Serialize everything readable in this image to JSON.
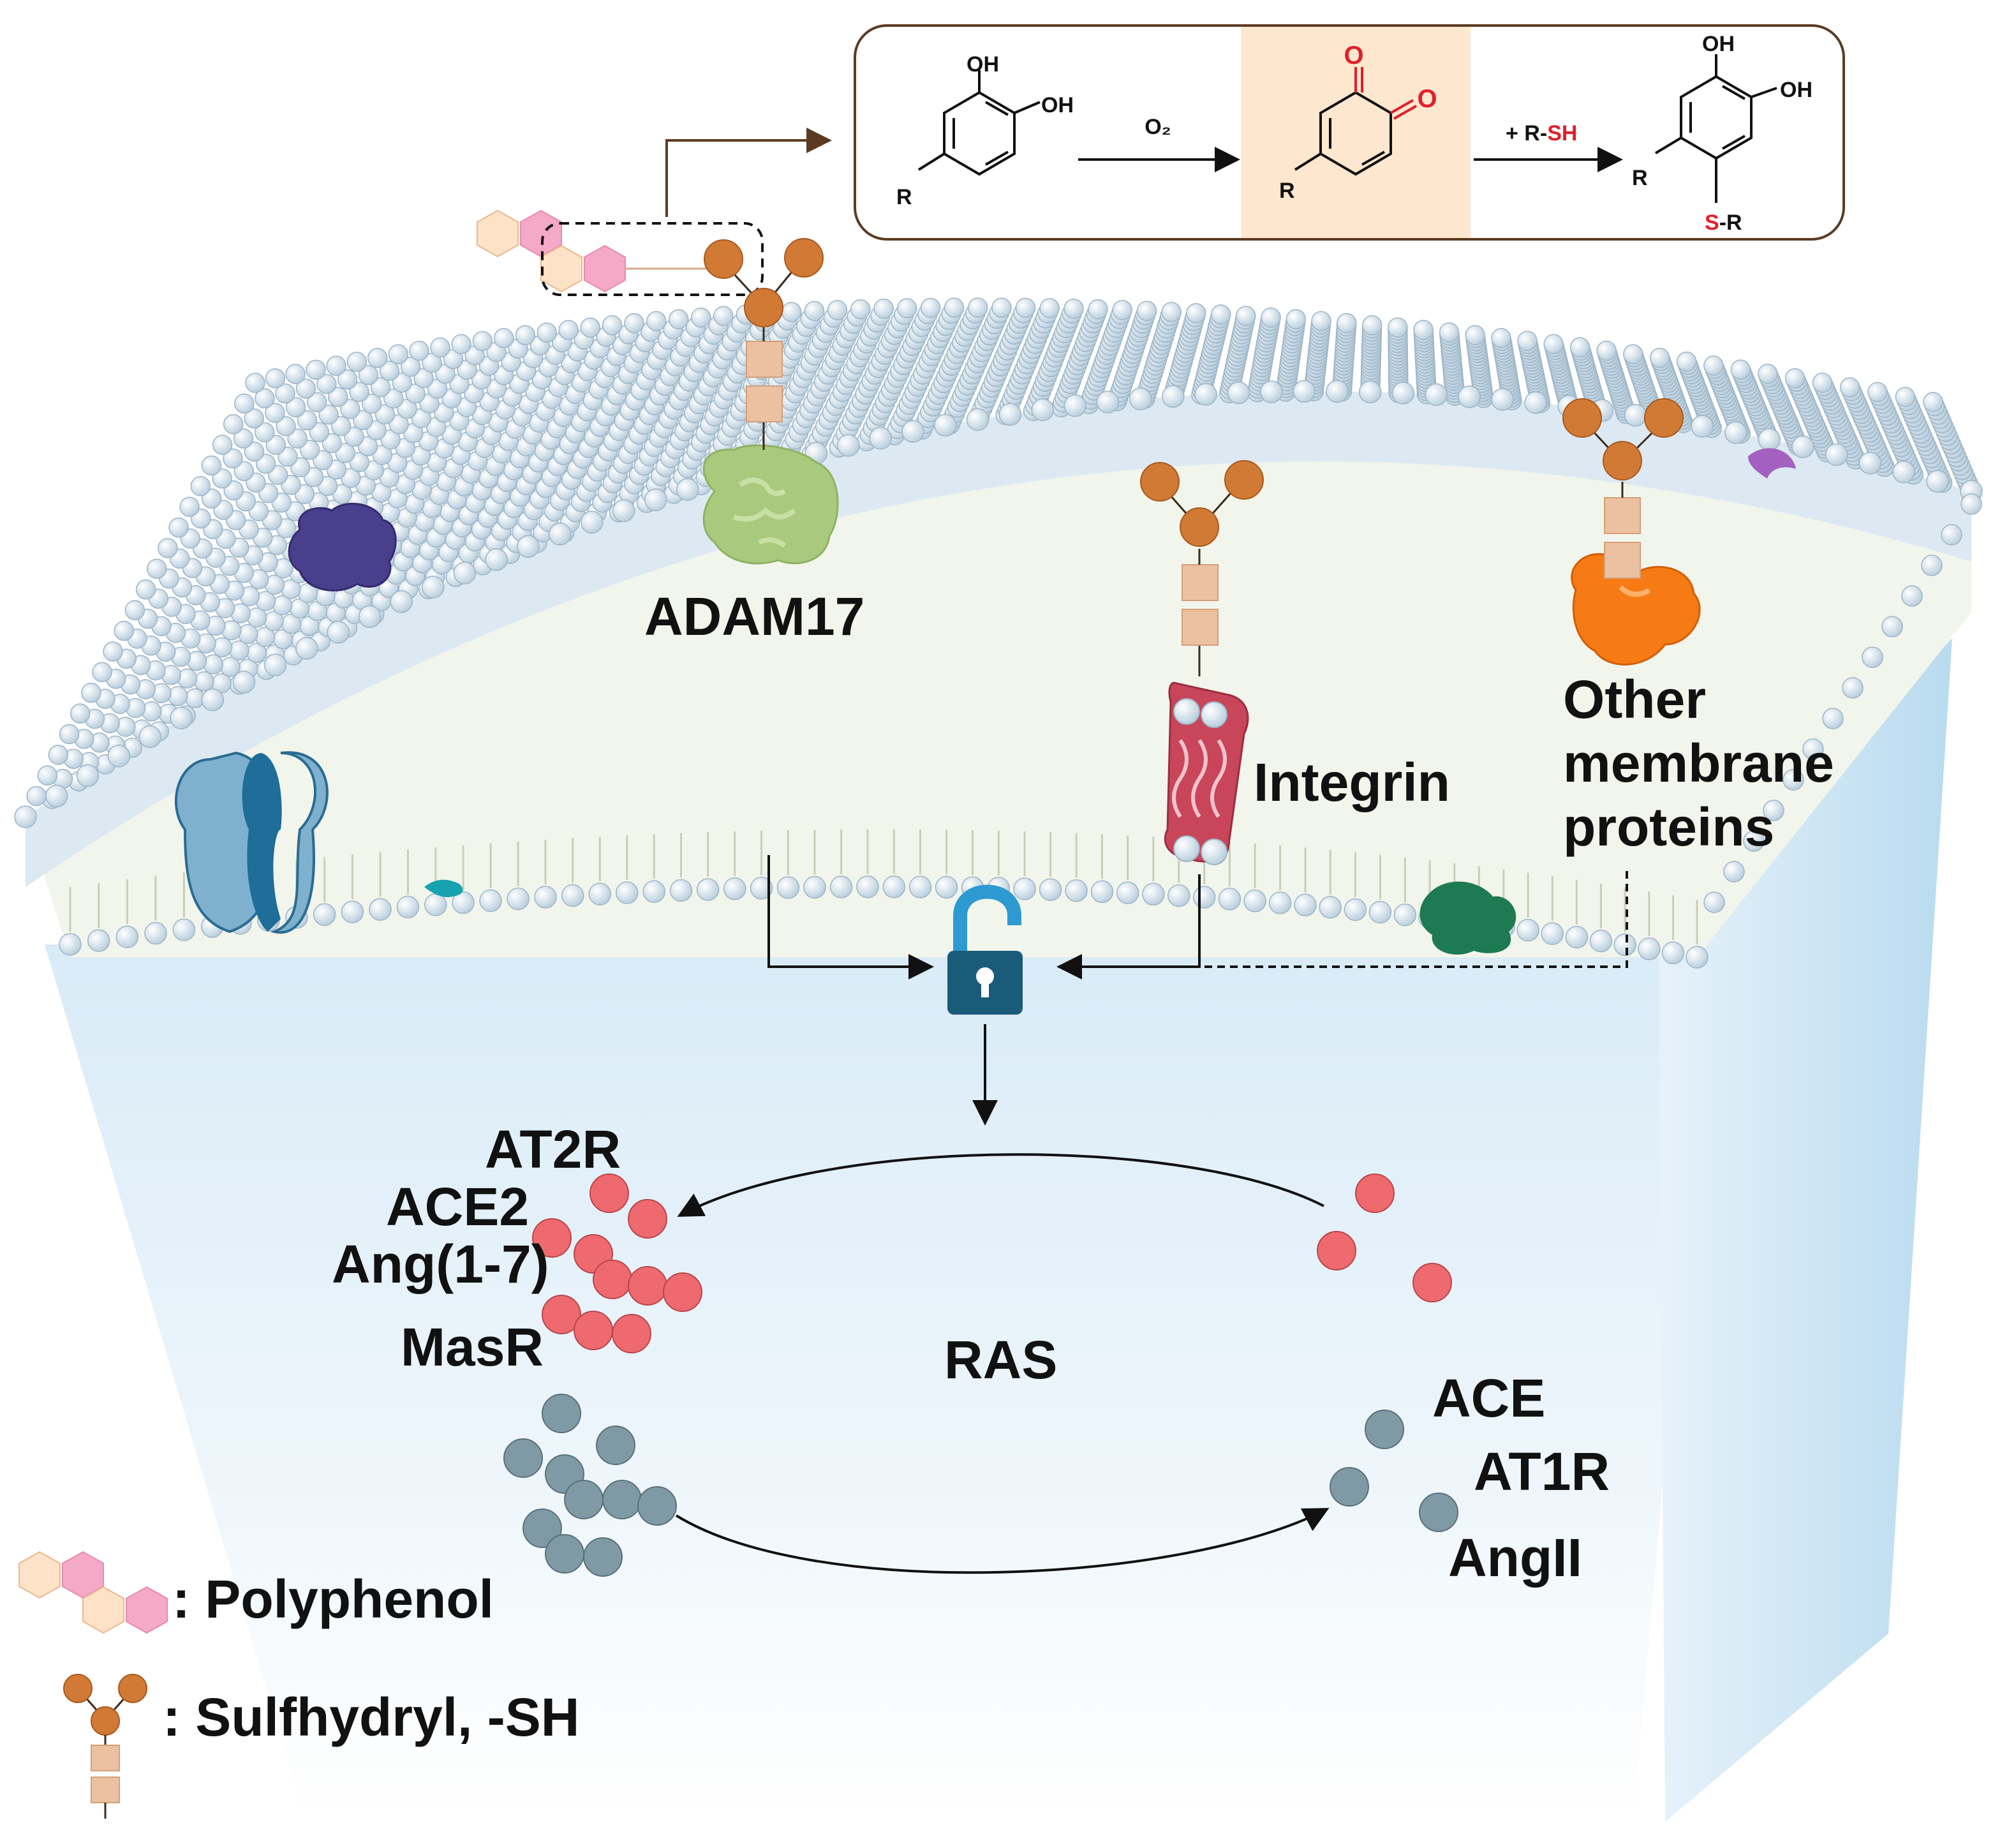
{
  "reaction": {
    "reactant_oh1": "OH",
    "reactant_oh2": "OH",
    "reactant_r": "R",
    "oxidant": "O₂",
    "reagent_prefix": "+ R-",
    "reagent_sh": "SH",
    "quinone_r": "R",
    "product_oh1": "OH",
    "product_oh2": "OH",
    "product_r": "R",
    "product_s": "S",
    "product_sr_suffix": "-R"
  },
  "labels": {
    "adam17": "ADAM17",
    "integrin": "Integrin",
    "other_line1": "Other",
    "other_line2": "membrane",
    "other_line3": "proteins",
    "at2r": "AT2R",
    "ace2": "ACE2",
    "ang17": "Ang(1-7)",
    "masr": "MasR",
    "ras": "RAS",
    "ace": "ACE",
    "at1r": "AT1R",
    "angii": "AngII"
  },
  "legend": {
    "polyphenol": ": Polyphenol",
    "sulfhydryl": ": Sulfhydryl, -SH"
  },
  "colors": {
    "thiol_ball": "#d17a36",
    "linker_box": "#ecc1a1",
    "hexagon_pink": "#f4a9c6",
    "hexagon_peach": "#fde2c8",
    "protective_dot": "#ee6a6f",
    "damaging_dot": "#7f9aa5",
    "lipid_head": "#c6d9e7",
    "lock": "#1b5b7a",
    "lock_shackle": "#2d9ad2",
    "highlight": "#fde7ce",
    "sulfur_red": "#e0202a"
  }
}
